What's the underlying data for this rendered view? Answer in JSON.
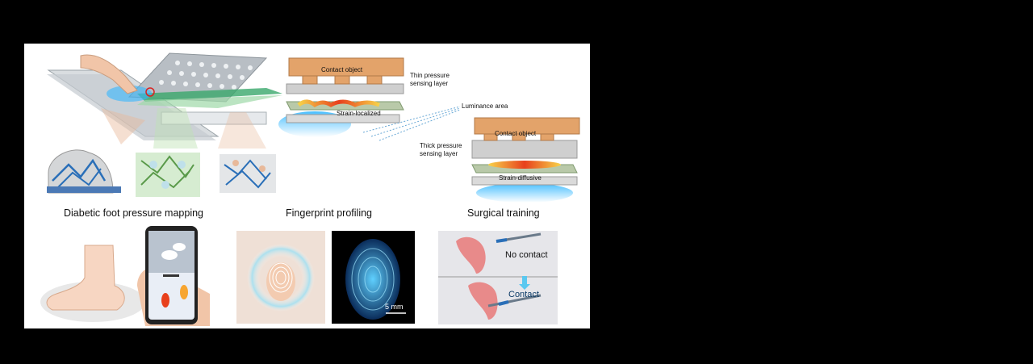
{
  "schematic": {
    "thin": {
      "contact_label": "Contact object",
      "layer_label_line1": "Thin pressure",
      "layer_label_line2": "sensing layer",
      "strain_label": "Strain-localized"
    },
    "luminance_label": "Luminance area",
    "thick": {
      "contact_label": "Contact object",
      "layer_label_line1": "Thick pressure",
      "layer_label_line2": "sensing layer",
      "strain_label": "Strain-diffusive"
    }
  },
  "applications": {
    "foot_caption": "Diabetic foot pressure mapping",
    "fingerprint_caption": "Fingerprint profiling",
    "scale_bar": "5 mm",
    "surgical_caption": "Surgical training",
    "no_contact_label": "No contact",
    "contact_label": "Contact"
  },
  "colors": {
    "contact_object": "#e3a36a",
    "glow": "#35b8ff",
    "sensing_layer": "#b9c9a9",
    "gray_layer": "#cfcfcf"
  }
}
